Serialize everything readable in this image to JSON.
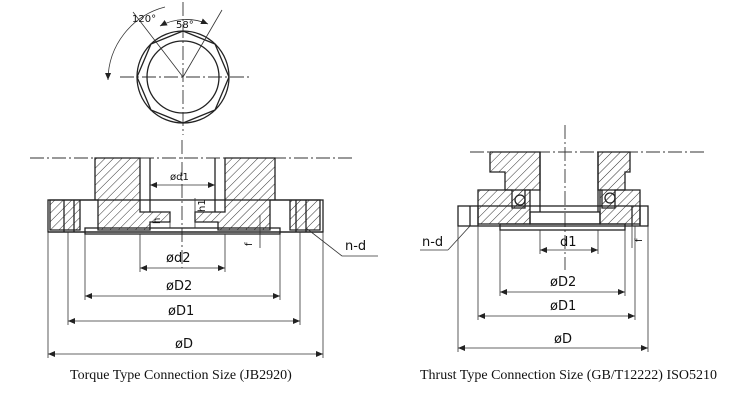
{
  "torque": {
    "angle_outer": "120°",
    "angle_inner": "58°",
    "d1": "ød1",
    "h": "h",
    "h1": "h1",
    "f": "f",
    "nd": "n-d",
    "d2": "ød2",
    "D2": "øD2",
    "D1": "øD1",
    "D": "øD",
    "caption": "Torque Type Connection Size (JB2920)"
  },
  "thrust": {
    "nd": "n-d",
    "d1": "d1",
    "f": "f",
    "D2": "øD2",
    "D1": "øD1",
    "D": "øD",
    "caption": "Thrust Type Connection Size (GB/T12222) ISO5210"
  }
}
